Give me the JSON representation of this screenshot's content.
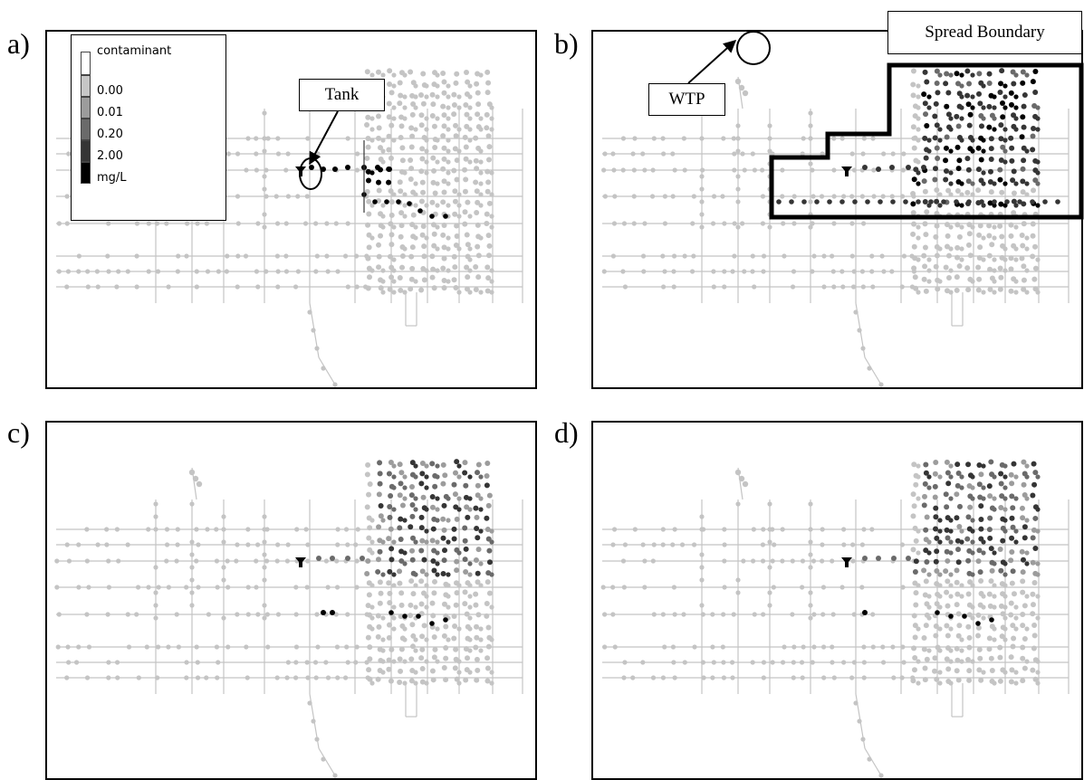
{
  "panels": [
    {
      "id": "a",
      "label": "a)"
    },
    {
      "id": "b",
      "label": "b)"
    },
    {
      "id": "c",
      "label": "c)"
    },
    {
      "id": "d",
      "label": "d)"
    }
  ],
  "legend": {
    "title": "contaminant",
    "items": [
      {
        "label": "0.00",
        "color": "#c6c6c6"
      },
      {
        "label": "0.01",
        "color": "#9c9c9c"
      },
      {
        "label": "0.20",
        "color": "#6a6a6a"
      },
      {
        "label": "2.00",
        "color": "#353535"
      },
      {
        "label": "mg/L",
        "color": "#000000"
      }
    ],
    "top_color": "#ffffff"
  },
  "callouts": {
    "tank": "Tank",
    "wtp": "WTP",
    "spread_boundary": "Spread Boundary"
  },
  "colors": {
    "network": "#c4c4c4",
    "low": "#9c9c9c",
    "mid": "#6a6a6a",
    "high": "#353535",
    "max": "#000000"
  }
}
